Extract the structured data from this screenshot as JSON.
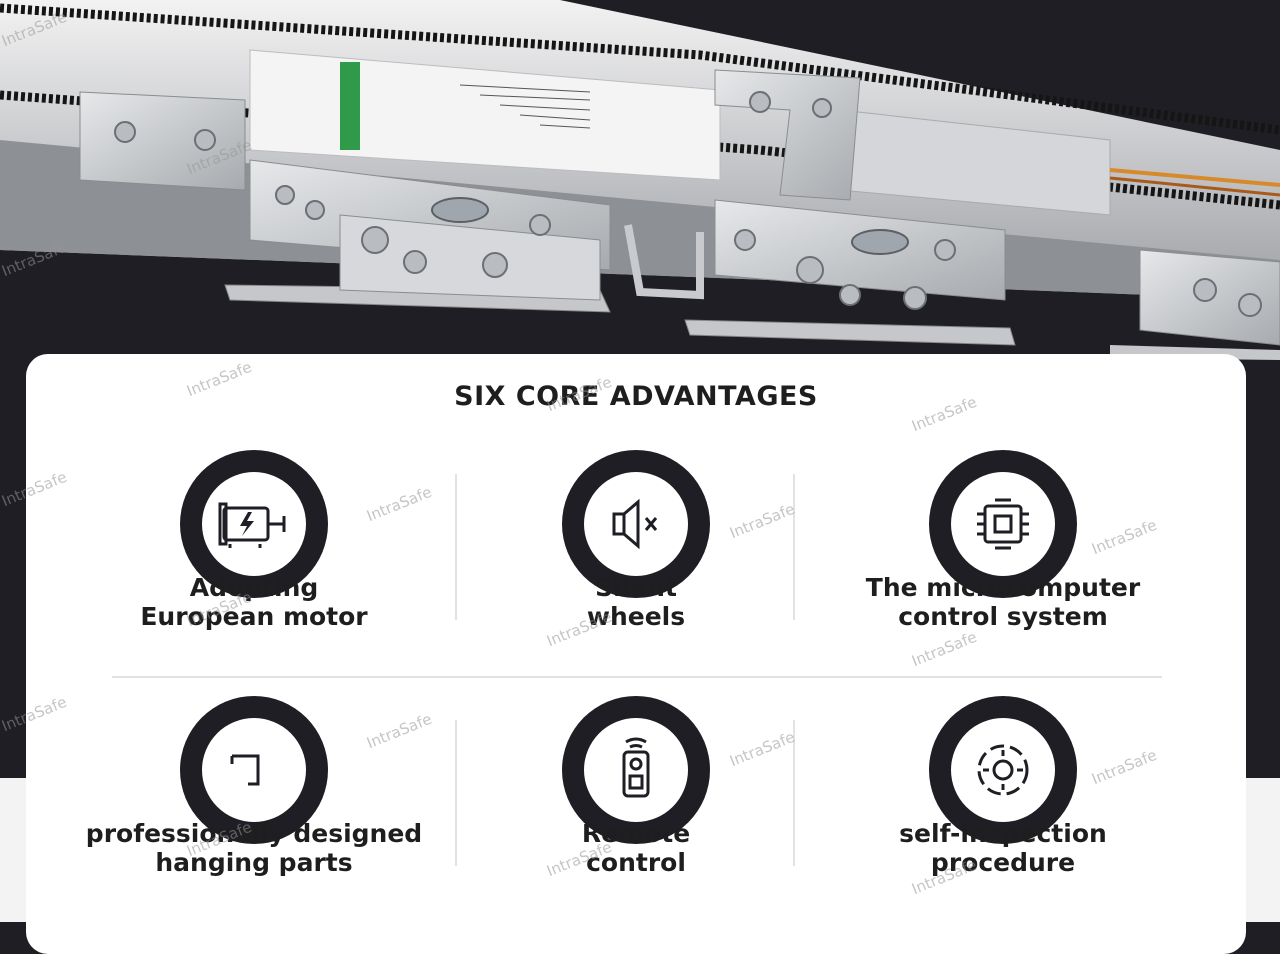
{
  "title": "SIX CORE ADVANTAGES",
  "features": [
    {
      "line1": "Adopting",
      "line2": "European motor",
      "icon": "motor-icon"
    },
    {
      "line1": "Silent",
      "line2": "wheels",
      "icon": "speaker-mute-icon"
    },
    {
      "line1": "The microcomputer",
      "line2": "control system",
      "icon": "microchip-icon"
    },
    {
      "line1": "professionally designed",
      "line2": "hanging parts",
      "icon": "hanging-bracket-icon"
    },
    {
      "line1": "Remote",
      "line2": "control",
      "icon": "remote-control-icon"
    },
    {
      "line1": "self-inspection",
      "line2": "procedure",
      "icon": "target-scan-icon"
    }
  ],
  "watermark": "IntraSafe",
  "colors": {
    "dark": "#1f1e24",
    "card": "#ffffff",
    "text": "#1e1e1e"
  }
}
